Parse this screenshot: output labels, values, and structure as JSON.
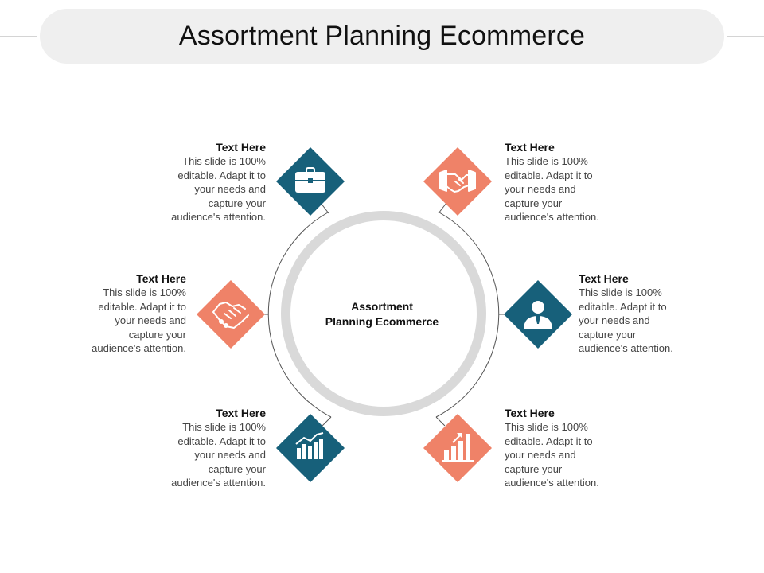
{
  "title": "Assortment Planning Ecommerce",
  "center": {
    "line1": "Assortment",
    "line2": "Planning Ecommerce"
  },
  "colors": {
    "teal": "#17607a",
    "coral": "#ef8268",
    "ring": "#d9d9d9",
    "line": "#555555",
    "pill": "#efefef"
  },
  "items": [
    {
      "id": "top-left",
      "icon": "briefcase-icon",
      "color": "teal",
      "heading": "Text Here",
      "body": [
        "This slide is 100%",
        "editable. Adapt it to",
        "your needs and",
        "capture your",
        "audience's attention."
      ]
    },
    {
      "id": "mid-left",
      "icon": "handshake-icon",
      "color": "coral",
      "heading": "Text Here",
      "body": [
        "This slide is 100%",
        "editable. Adapt it to",
        "your needs and",
        "capture your",
        "audience's attention."
      ]
    },
    {
      "id": "bottom-left",
      "icon": "bar-chart-icon",
      "color": "teal",
      "heading": "Text Here",
      "body": [
        "This slide is 100%",
        "editable. Adapt it to",
        "your needs and",
        "capture your",
        "audience's attention."
      ]
    },
    {
      "id": "top-right",
      "icon": "handshake-icon",
      "color": "coral",
      "heading": "Text Here",
      "body": [
        "This slide is 100%",
        "editable. Adapt it to",
        "your needs and",
        "capture your",
        "audience's attention."
      ]
    },
    {
      "id": "mid-right",
      "icon": "user-icon",
      "color": "teal",
      "heading": "Text Here",
      "body": [
        "This slide is 100%",
        "editable. Adapt it to",
        "your needs and",
        "capture your",
        "audience's attention."
      ]
    },
    {
      "id": "bottom-right",
      "icon": "growth-chart-icon",
      "color": "coral",
      "heading": "Text Here",
      "body": [
        "This slide is 100%",
        "editable. Adapt it to",
        "your needs and",
        "capture your",
        "audience's attention."
      ]
    }
  ]
}
